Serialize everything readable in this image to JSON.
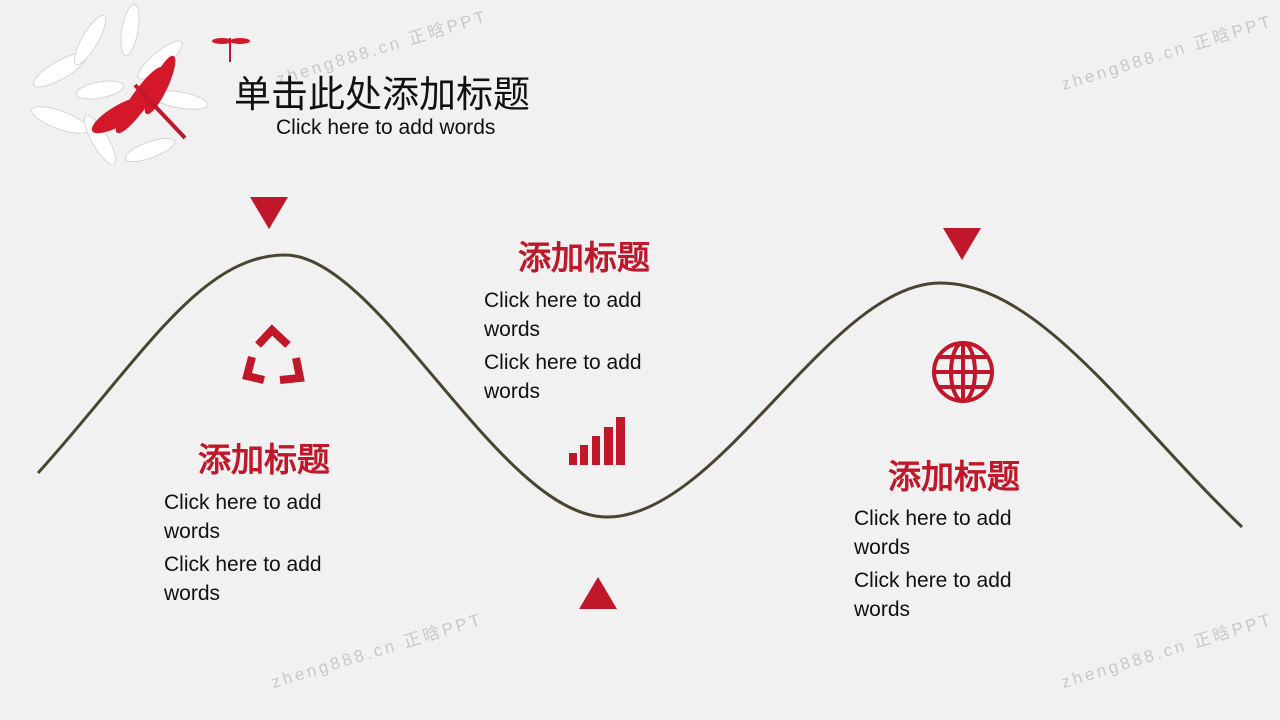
{
  "header": {
    "title": "单击此处添加标题",
    "subtitle": "Click here to add words"
  },
  "colors": {
    "accent": "#c0182a",
    "curve": "#4a4530",
    "background": "#f1f1f1"
  },
  "items": [
    {
      "heading": "添加标题",
      "text1": "Click here to add words",
      "text2": "Click here to add words",
      "icon": "recycle-icon"
    },
    {
      "heading": "添加标题",
      "text1": "Click here to add words",
      "text2": "Click here to add words",
      "icon": "bar-chart-icon"
    },
    {
      "heading": "添加标题",
      "text1": "Click here to add words",
      "text2": "Click here to add words",
      "icon": "globe-icon"
    }
  ],
  "watermark": "zheng888.cn 正晗PPT"
}
